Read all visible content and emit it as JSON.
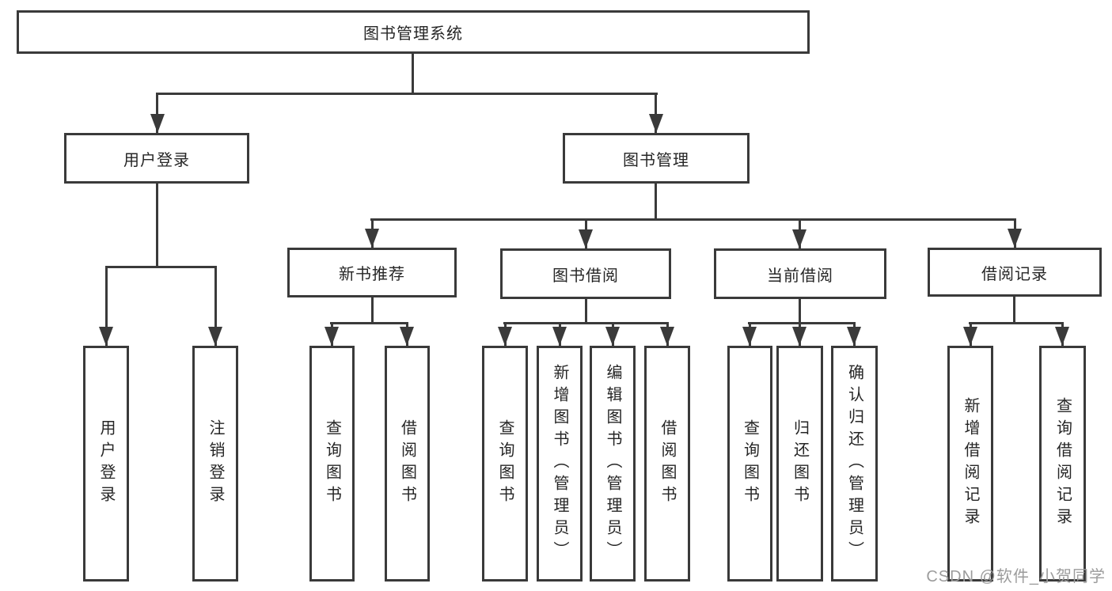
{
  "nodes": {
    "root": "图书管理系统",
    "user_login": "用户登录",
    "book_mgmt": "图书管理",
    "new_books": "新书推荐",
    "book_borrow": "图书借阅",
    "current_borrow": "当前借阅",
    "borrow_records": "借阅记录",
    "leaves": {
      "user_login_1": "用户登录",
      "user_login_2": "注销登录",
      "new_books_1": "查询图书",
      "new_books_2": "借阅图书",
      "book_borrow_1": "查询图书",
      "book_borrow_2": "新增图书（管理员）",
      "book_borrow_3": "编辑图书（管理员）",
      "book_borrow_4": "借阅图书",
      "current_borrow_1": "查询图书",
      "current_borrow_2": "归还图书",
      "current_borrow_3": "确认归还（管理员）",
      "borrow_records_1": "新增借阅记录",
      "borrow_records_2": "查询借阅记录"
    }
  },
  "watermark": "CSDN @软件_小贺同学",
  "colors": {
    "line": "#3a3a3a",
    "text": "#262626",
    "watermark": "#9c9c9c",
    "background": "#ffffff"
  }
}
